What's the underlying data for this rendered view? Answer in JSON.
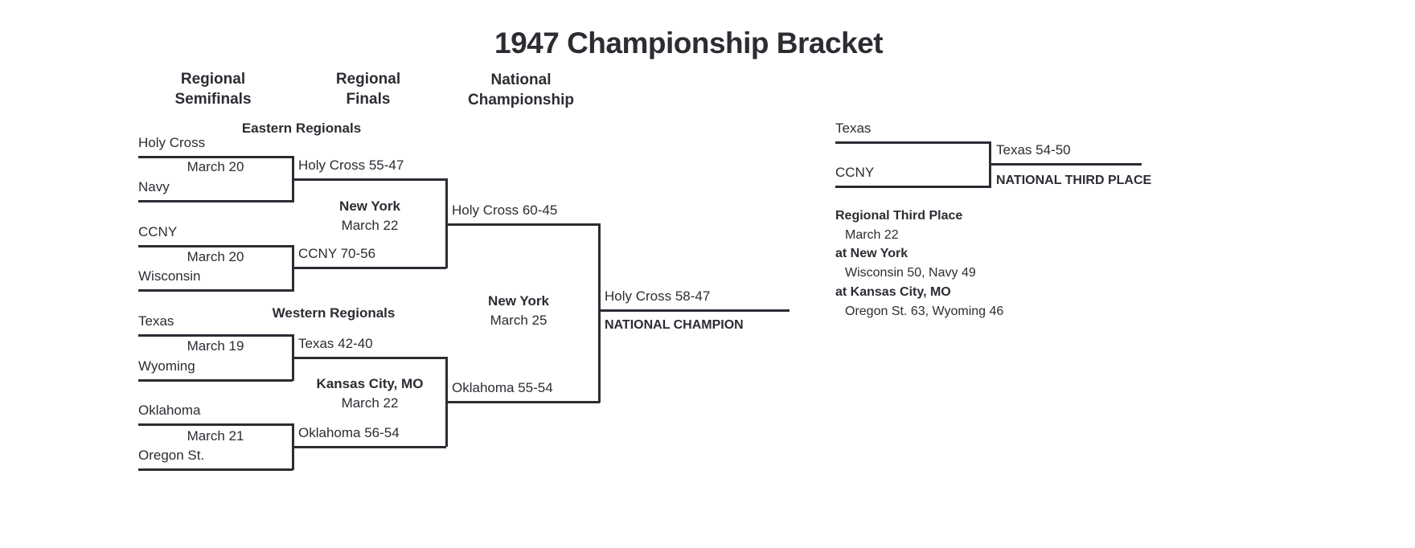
{
  "title": "1947 Championship Bracket",
  "column_headers": [
    {
      "line1": "Regional",
      "line2": "Semifinals"
    },
    {
      "line1": "Regional",
      "line2": "Finals"
    },
    {
      "line1": "National",
      "line2": "Championship"
    }
  ],
  "regions": {
    "east": "Eastern Regionals",
    "west": "Western Regionals"
  },
  "semifinals": [
    {
      "top_team": "Holy Cross",
      "bottom_team": "Navy",
      "date": "March 20"
    },
    {
      "top_team": "CCNY",
      "bottom_team": "Wisconsin",
      "date": "March 20"
    },
    {
      "top_team": "Texas",
      "bottom_team": "Wyoming",
      "date": "March 19"
    },
    {
      "top_team": "Oklahoma",
      "bottom_team": "Oregon St.",
      "date": "March 21"
    }
  ],
  "semifinal_results": [
    "Holy Cross 55-47",
    "CCNY 70-56",
    "Texas 42-40",
    "Oklahoma 56-54"
  ],
  "regional_finals": [
    {
      "site": "New York",
      "date": "March 22",
      "result": "Holy Cross 60-45"
    },
    {
      "site": "Kansas City, MO",
      "date": "March 22",
      "result": "Oklahoma 55-54"
    }
  ],
  "national_final": {
    "site": "New York",
    "date": "March 25",
    "result": "Holy Cross 58-47",
    "award": "NATIONAL CHAMPION"
  },
  "third_place_game": {
    "top_team": "Texas",
    "bottom_team": "CCNY",
    "result": "Texas 54-50",
    "award": "NATIONAL THIRD PLACE"
  },
  "regional_third_place": {
    "heading": "Regional Third Place",
    "date": "March 22",
    "sites": [
      {
        "site": "at New York",
        "result": "Wisconsin 50, Navy 49"
      },
      {
        "site": "at Kansas City, MO",
        "result": "Oregon St. 63, Wyoming 46"
      }
    ]
  },
  "colors": {
    "ink": "#2b2d33",
    "background": "#ffffff"
  }
}
